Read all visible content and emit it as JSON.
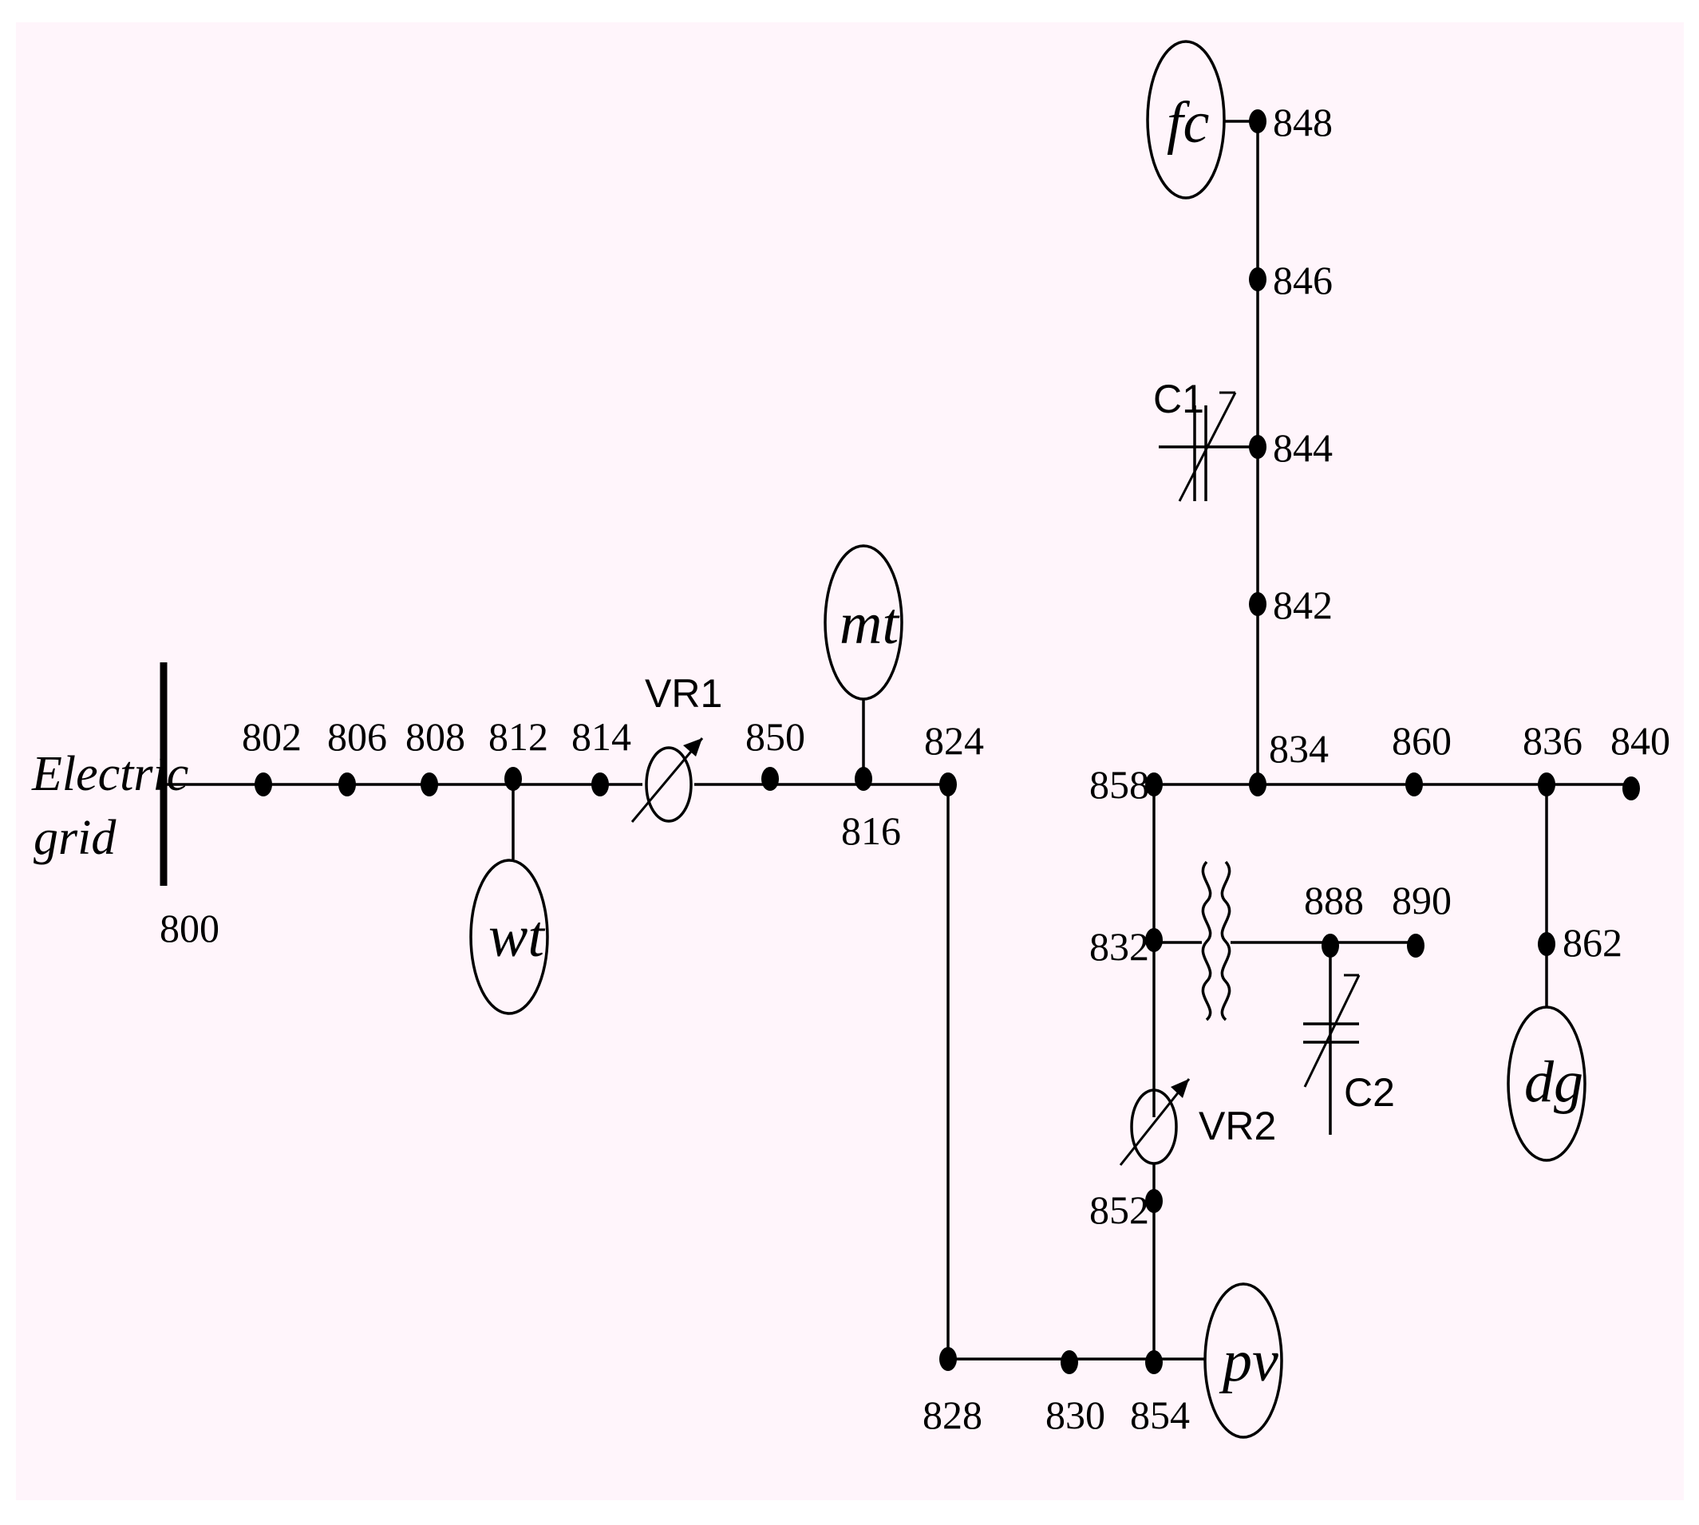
{
  "grid_label": [
    "Electric",
    "grid"
  ],
  "background": "#fff5fb",
  "buses": [
    {
      "id": "800"
    },
    {
      "id": "802"
    },
    {
      "id": "806"
    },
    {
      "id": "808"
    },
    {
      "id": "812"
    },
    {
      "id": "814"
    },
    {
      "id": "850"
    },
    {
      "id": "816"
    },
    {
      "id": "824"
    },
    {
      "id": "828"
    },
    {
      "id": "830"
    },
    {
      "id": "854"
    },
    {
      "id": "852"
    },
    {
      "id": "832"
    },
    {
      "id": "858"
    },
    {
      "id": "834"
    },
    {
      "id": "860"
    },
    {
      "id": "836"
    },
    {
      "id": "840"
    },
    {
      "id": "862"
    },
    {
      "id": "842"
    },
    {
      "id": "844"
    },
    {
      "id": "846"
    },
    {
      "id": "848"
    },
    {
      "id": "888"
    },
    {
      "id": "890"
    }
  ],
  "generators": [
    {
      "id": "wt",
      "bus": "812"
    },
    {
      "id": "mt",
      "bus": "816"
    },
    {
      "id": "fc",
      "bus": "848"
    },
    {
      "id": "pv",
      "bus": "854"
    },
    {
      "id": "dg",
      "bus": "862"
    }
  ],
  "regulators": [
    {
      "id": "VR1",
      "between": [
        "814",
        "850"
      ]
    },
    {
      "id": "VR2",
      "between": [
        "832",
        "852"
      ]
    }
  ],
  "capacitors": [
    {
      "id": "C1",
      "bus": "844"
    },
    {
      "id": "C2",
      "bus": "888"
    }
  ]
}
